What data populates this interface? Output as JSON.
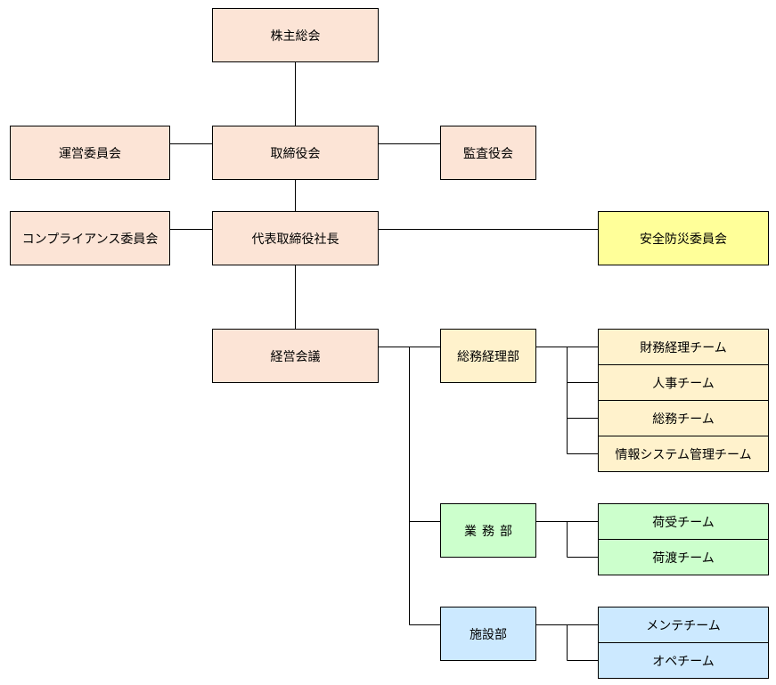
{
  "org": {
    "shareholders_meeting": "株主総会",
    "operations_committee": "運営委員会",
    "board_of_directors": "取締役会",
    "audit_board": "監査役会",
    "compliance_committee": "コンプライアンス委員会",
    "president": "代表取締役社長",
    "safety_committee": "安全防災委員会",
    "management_meeting": "経営会議",
    "general_affairs_dept": {
      "name": "総務経理部",
      "teams": [
        "財務経理チーム",
        "人事チーム",
        "総務チーム",
        "情報システム管理チーム"
      ]
    },
    "operations_dept": {
      "name": "業務部",
      "teams": [
        "荷受チーム",
        "荷渡チーム"
      ]
    },
    "facilities_dept": {
      "name": "施設部",
      "teams": [
        "メンテチーム",
        "オペチーム"
      ]
    }
  },
  "colors": {
    "executive": "#fce4d6",
    "safety": "#ffff99",
    "general_affairs": "#fff2cc",
    "operations": "#ccffcc",
    "facilities": "#cce9ff",
    "line": "#000000"
  }
}
